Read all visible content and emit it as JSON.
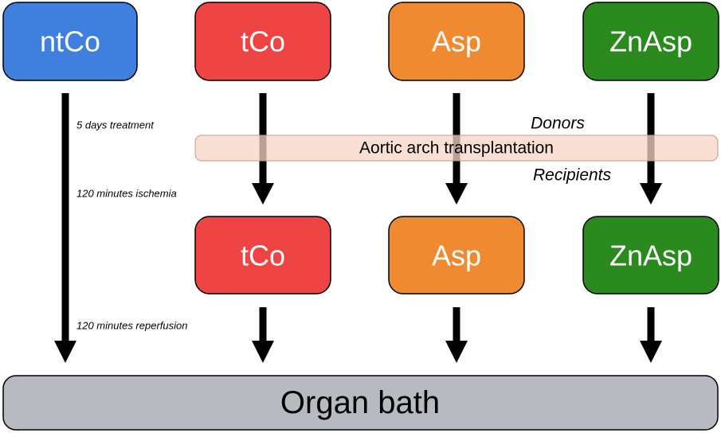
{
  "donor_groups": [
    {
      "label": "ntCo",
      "color": "#3f80de"
    },
    {
      "label": "tCo",
      "color": "#ee4444"
    },
    {
      "label": "Asp",
      "color": "#f08a30"
    },
    {
      "label": "ZnAsp",
      "color": "#2a8a1e"
    }
  ],
  "recipient_groups": [
    {
      "label": "tCo",
      "color": "#ee4444"
    },
    {
      "label": "Asp",
      "color": "#f08a30"
    },
    {
      "label": "ZnAsp",
      "color": "#2a8a1e"
    }
  ],
  "steps": {
    "treatment": "5 days treatment",
    "ischemia": "120 minutes ischemia",
    "reperfusion": "120 minutes reperfusion"
  },
  "transplant": {
    "donors": "Donors",
    "band": "Aortic arch transplantation",
    "recipients": "Recipients",
    "band_color": "#f6d6c5"
  },
  "organ_bath": {
    "label": "Organ bath",
    "color": "#b7bac0"
  }
}
